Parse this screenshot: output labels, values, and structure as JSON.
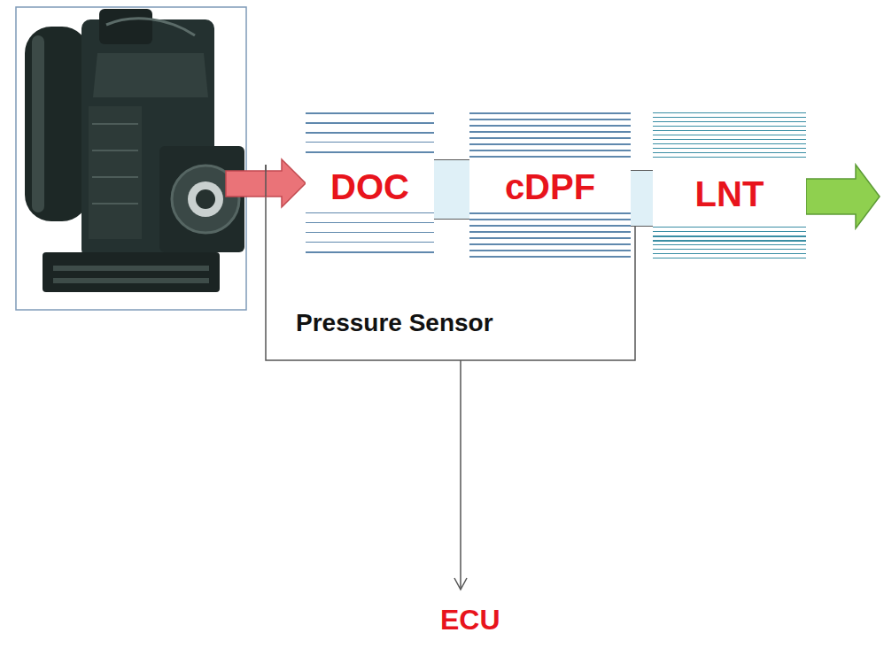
{
  "diagram": {
    "nodes": [
      {
        "text": [
          "DOC"
        ]
      },
      {
        "text": [
          "cDPF"
        ]
      },
      {
        "text": [
          "LNT"
        ]
      }
    ],
    "edges": [
      {
        "from": 0,
        "to": 1,
        "arrow": "none"
      },
      {
        "from": 1,
        "to": 2,
        "arrow": "none"
      }
    ],
    "labels": [
      "Pressure Sensor",
      "ECU"
    ]
  }
}
